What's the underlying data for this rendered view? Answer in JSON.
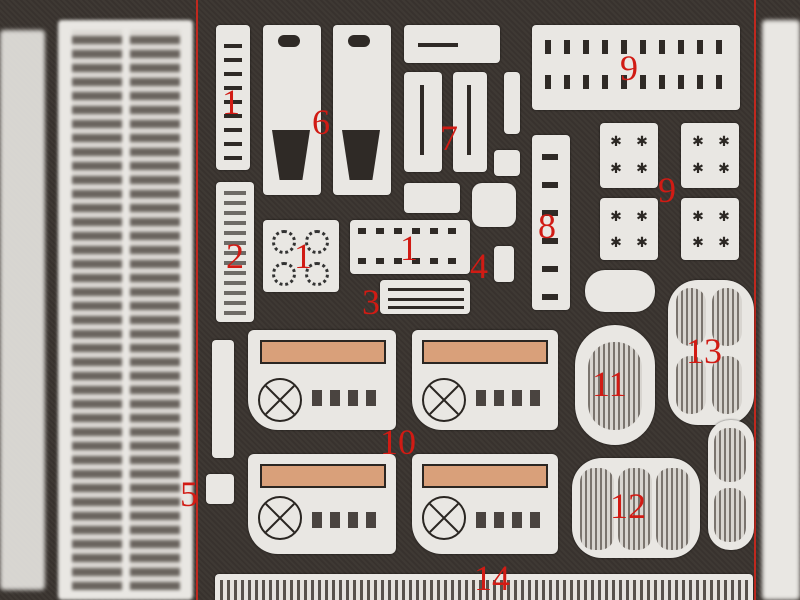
{
  "image": {
    "part_labels": [
      "1",
      "6",
      "7",
      "9",
      "2",
      "1",
      "1",
      "4",
      "8",
      "9",
      "3",
      "13",
      "11",
      "10",
      "5",
      "12",
      "14"
    ],
    "colors": {
      "background": "#3a342f",
      "fret": "#e9e7e3",
      "label": "#d11b14",
      "copper": "#d9a07a",
      "border_line": "#c0281e"
    }
  }
}
